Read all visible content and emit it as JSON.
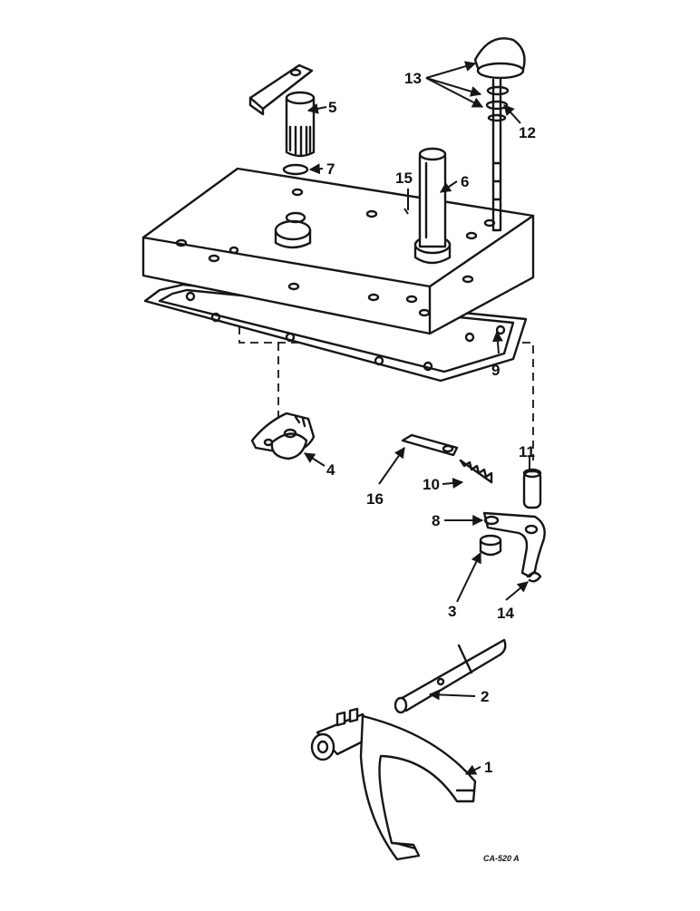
{
  "callouts": {
    "c1": "1",
    "c2": "2",
    "c3": "3",
    "c4": "4",
    "c5": "5",
    "c6": "6",
    "c7": "7",
    "c8": "8",
    "c9": "9",
    "c10": "10",
    "c11": "11",
    "c12": "12",
    "c13": "13",
    "c14": "14",
    "c15": "15",
    "c16": "16"
  },
  "drawing_code": "CA-520 A",
  "colors": {
    "ink": "#161616",
    "paper": "#ffffff"
  }
}
